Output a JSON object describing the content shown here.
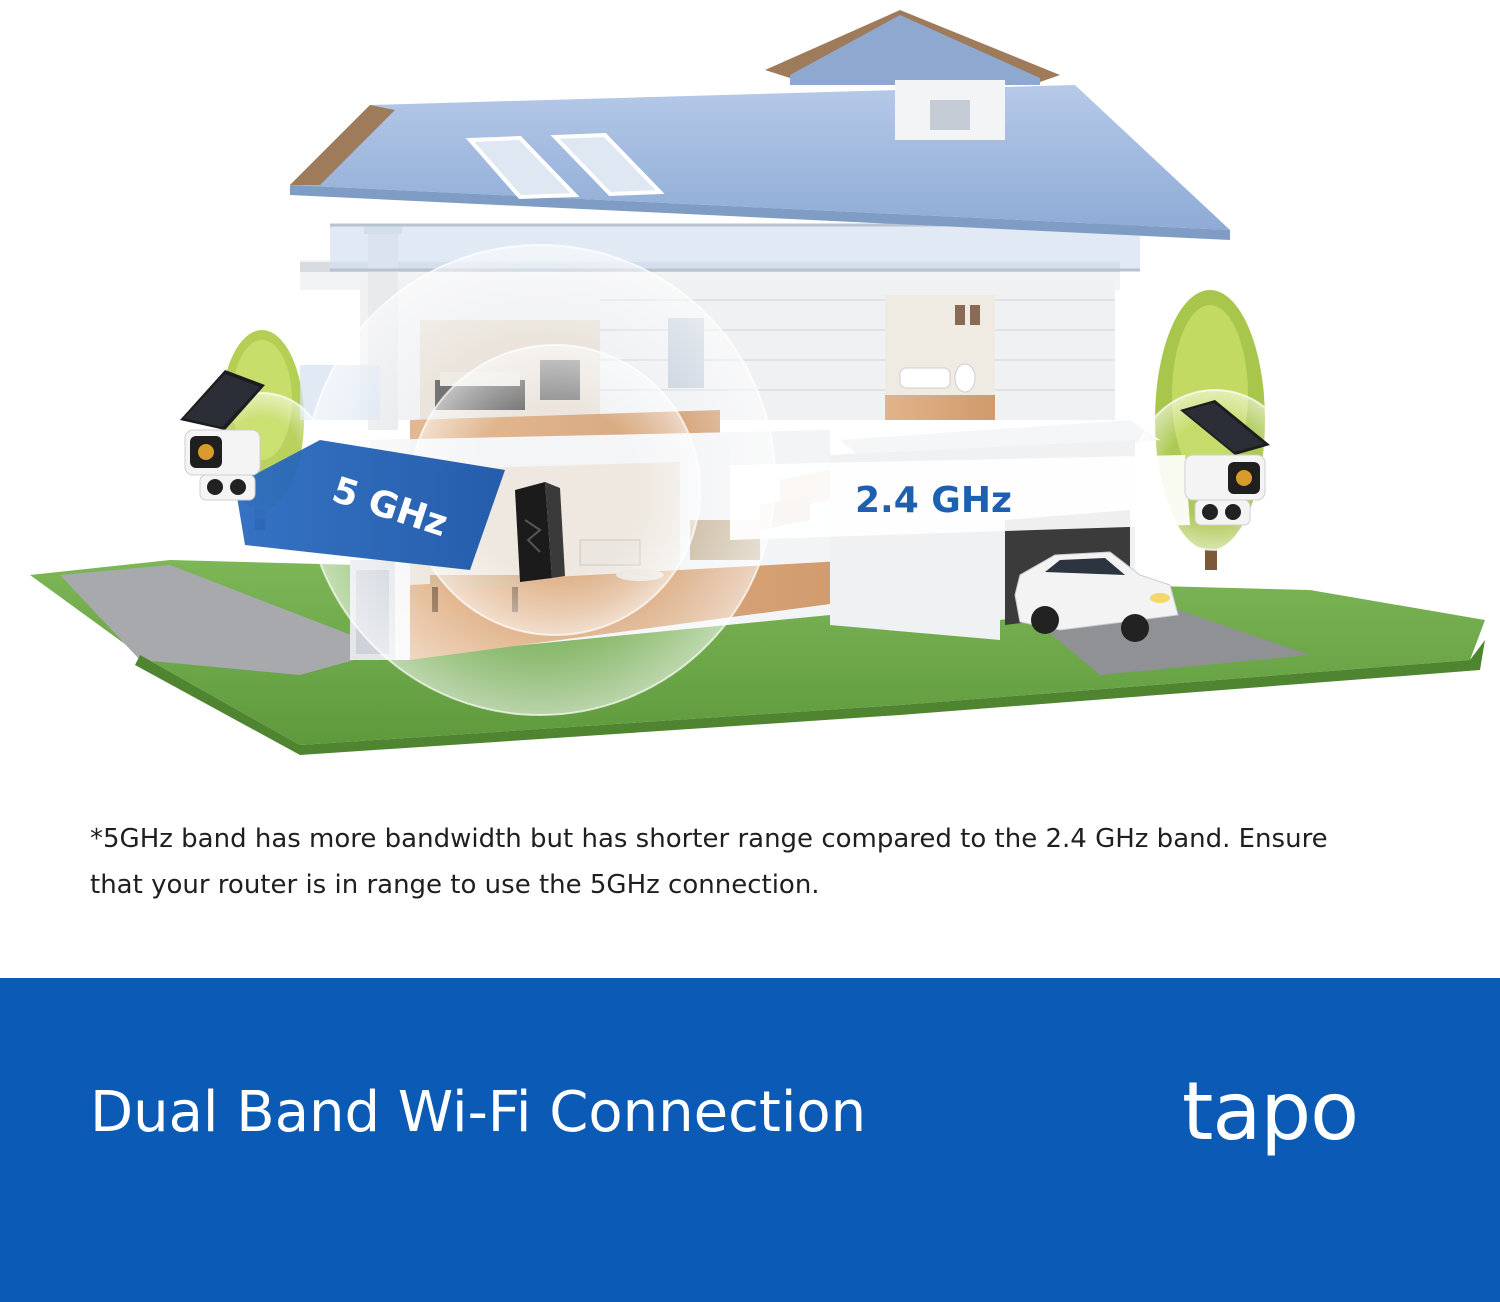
{
  "illustration": {
    "band_5ghz_label": "5 GHz",
    "band_24ghz_label": "2.4 GHz"
  },
  "footnote": {
    "line1": "*5GHz band has more bandwidth but has shorter range compared to the 2.4 GHz band. Ensure",
    "line2": "that your router is in range to use the 5GHz connection."
  },
  "banner": {
    "title": "Dual Band Wi-Fi Connection",
    "brand": "tapo",
    "background_color": "#0b5ab5",
    "text_color": "#ffffff"
  },
  "colors": {
    "band_5ghz": "#1e5fb0",
    "band_24ghz_text": "#1e5fb0",
    "lawn": "#6fa84a",
    "roof": "#9bb7dc"
  },
  "icons": [
    "router-icon",
    "solar-camera-icon",
    "car-icon",
    "tree-icon"
  ]
}
